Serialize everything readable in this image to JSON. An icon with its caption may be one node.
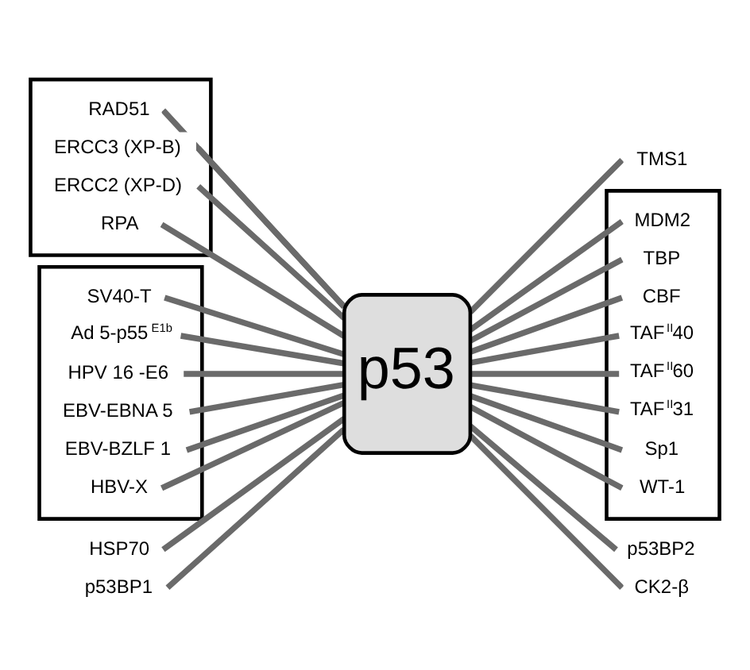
{
  "diagram": {
    "nodes": [
      {
        "text": [],
        "shape": "box"
      },
      {
        "text": [
          "RAD51"
        ],
        "in": 0
      },
      {
        "text": [
          "ERCC3 (XP-B)"
        ],
        "in": 0
      },
      {
        "text": [
          "ERCC2 (XP-D)"
        ],
        "in": 0
      },
      {
        "text": [
          "RPA"
        ],
        "in": 0
      },
      {
        "text": [],
        "shape": "box"
      },
      {
        "text": [
          "SV40-T"
        ],
        "in": 5
      },
      {
        "text": [
          "Ad 5-p55$^{E1b}$"
        ],
        "in": 5
      },
      {
        "text": [
          "HPV 16 -E6"
        ],
        "in": 5
      },
      {
        "text": [
          "EBV-EBNA 5"
        ],
        "in": 5
      },
      {
        "text": [
          "EBV-BZLF 1"
        ],
        "in": 5
      },
      {
        "text": [
          "HBV-X"
        ],
        "in": 5
      },
      {
        "text": [
          "p53"
        ]
      },
      {
        "text": [
          "TMS1"
        ]
      },
      {
        "text": [],
        "shape": "box"
      },
      {
        "text": [
          "MDM2"
        ],
        "in": 14
      },
      {
        "text": [
          "TBP"
        ],
        "in": 14
      },
      {
        "text": [
          "CBF"
        ],
        "in": 14
      },
      {
        "text": [
          "TAF$^{II}$40"
        ],
        "in": 14
      },
      {
        "text": [
          "TAF$^{II}$60"
        ],
        "in": 14
      },
      {
        "text": [
          "TAF$^{II}$31"
        ],
        "in": 14
      },
      {
        "text": [
          "Sp1"
        ],
        "in": 14
      },
      {
        "text": [
          "WT-1"
        ],
        "in": 14
      },
      {
        "text": [
          "HSP70"
        ]
      },
      {
        "text": [
          "p53BP1"
        ]
      },
      {
        "text": [
          "p53BP2"
        ]
      },
      {
        "text": [
          "CK2-β"
        ]
      }
    ],
    "edges": [
      {
        "from": 12,
        "to": 6,
        "arrow": "none"
      },
      {
        "from": 12,
        "to": 2,
        "arrow": "none"
      },
      {
        "from": 12,
        "to": 1,
        "arrow": "none"
      },
      {
        "from": 12,
        "to": 3,
        "arrow": "none"
      },
      {
        "from": 12,
        "to": 4,
        "arrow": "none"
      },
      {
        "from": 12,
        "to": 7,
        "arrow": "none"
      },
      {
        "from": 12,
        "to": 8,
        "arrow": "none"
      },
      {
        "from": 12,
        "to": 9,
        "arrow": "none"
      },
      {
        "from": 12,
        "to": 10,
        "arrow": "none"
      },
      {
        "from": 12,
        "to": 11,
        "arrow": "none"
      },
      {
        "from": 12,
        "to": 23,
        "arrow": "none"
      },
      {
        "from": 12,
        "to": 13,
        "arrow": "none"
      },
      {
        "from": 12,
        "to": 15,
        "arrow": "none"
      },
      {
        "from": 12,
        "to": 16,
        "arrow": "none"
      },
      {
        "from": 12,
        "to": 17,
        "arrow": "none"
      },
      {
        "from": 12,
        "to": 18,
        "arrow": "none"
      },
      {
        "from": 12,
        "to": 19,
        "arrow": "none"
      },
      {
        "from": 12,
        "to": 20,
        "arrow": "none"
      },
      {
        "from": 12,
        "to": 21,
        "arrow": "none"
      },
      {
        "from": 12,
        "to": 22,
        "arrow": "none"
      },
      {
        "from": 12,
        "to": 24,
        "arrow": "none"
      },
      {
        "from": 12,
        "to": 25,
        "arrow": "none"
      },
      {
        "from": 12,
        "to": 26,
        "arrow": "none"
      }
    ]
  }
}
